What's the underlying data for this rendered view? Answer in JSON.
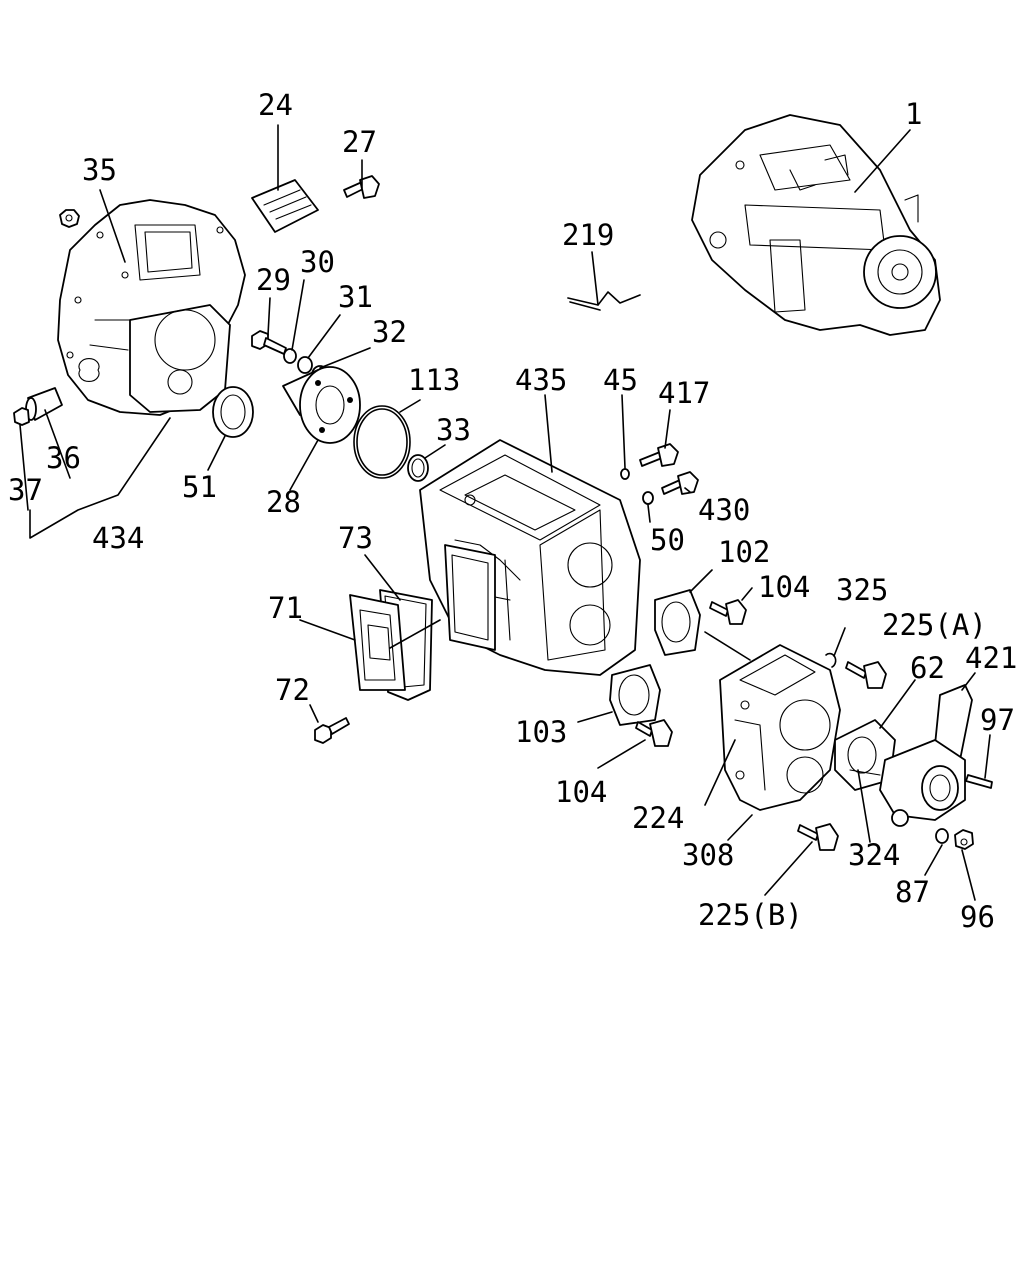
{
  "diagram": {
    "callouts": [
      "1",
      "24",
      "27",
      "35",
      "219",
      "29",
      "30",
      "31",
      "32",
      "435",
      "45",
      "417",
      "113",
      "33",
      "28",
      "51",
      "36",
      "37",
      "434",
      "430",
      "50",
      "73",
      "102",
      "104",
      "325",
      "225(A)",
      "71",
      "62",
      "421",
      "97",
      "72",
      "103",
      "104",
      "224",
      "308",
      "324",
      "87",
      "96",
      "225(B)"
    ]
  }
}
